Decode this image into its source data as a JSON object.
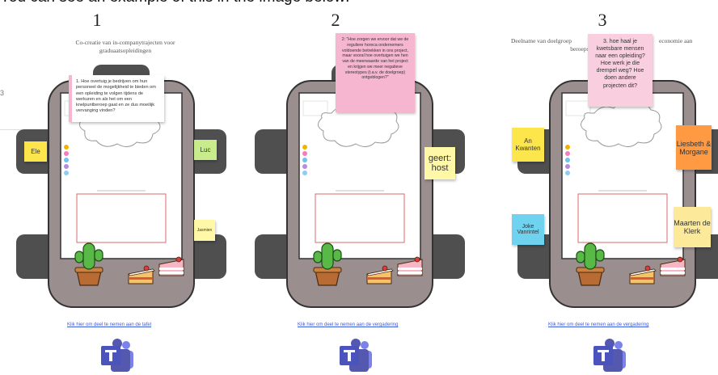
{
  "caption": "You can see an example of this in the image below:",
  "panels": [
    {
      "number": "1",
      "title_line1": "Co-creatie van in-companytrajecten voor",
      "title_line2": "graduaatsopleidingen",
      "question": "1. Hoe overtuig je bedrijven om hun personeel de mogelijkheid te bieden om een opleiding te volgen tijdens de werkuren en als het om een knelpuntberoep gaat en ze dus moeilijk vervanging vinden?",
      "side_label": "3",
      "notes": [
        "Ele",
        "Luc",
        "Jasmien"
      ],
      "link": "Klik hier om deel te nemen aan de tafel"
    },
    {
      "number": "2",
      "question": "2: \"Hoe zorgen we ervoor dat we de reguliere horeca ondernemers voldoende betrekken in ons project, maar vooral hoe overtuigen we hen van de meerwaarde van het project en krijgen we meer negatieve stereotypes (t.a.v. de doelgroep) ontgeblogen?\"",
      "notes": [
        "geert: host"
      ],
      "link": "Klik hier om deel te nemen aan de vergadering"
    },
    {
      "number": "3",
      "title_left": "Deelname van doelgroep",
      "title_right": "economie aan",
      "title_line2": "beroeps- en",
      "question": "3. hoe haal je kwetsbare mensen naar een opleiding? Hoe werk je die drempel weg? Hoe doen andere projecten dit?",
      "notes": [
        "An Kwanten",
        "Liesbeth & Morgane",
        "Joke Vanrintel",
        "Maarten de Klerk"
      ],
      "link": "Klik hier om deel te nemen aan de vergadering"
    }
  ],
  "colors": {
    "table_frame": "#9a8f8e",
    "table_dark": "#4f4f4f",
    "yellow": "#fde64b",
    "light_green": "#c8ec8c",
    "pale_yellow": "#fff8a6",
    "pink": "#f7b6cf",
    "light_pink": "#f9cfe0",
    "orange": "#ff9a42",
    "cyan": "#6fd3ef",
    "teams": "#5558af",
    "link": "#3b5bdb"
  },
  "icons": [
    "cactus-icon",
    "cake-slice-icon",
    "cake-slice-pink-icon",
    "teams-logo-icon",
    "cloud-shape"
  ]
}
